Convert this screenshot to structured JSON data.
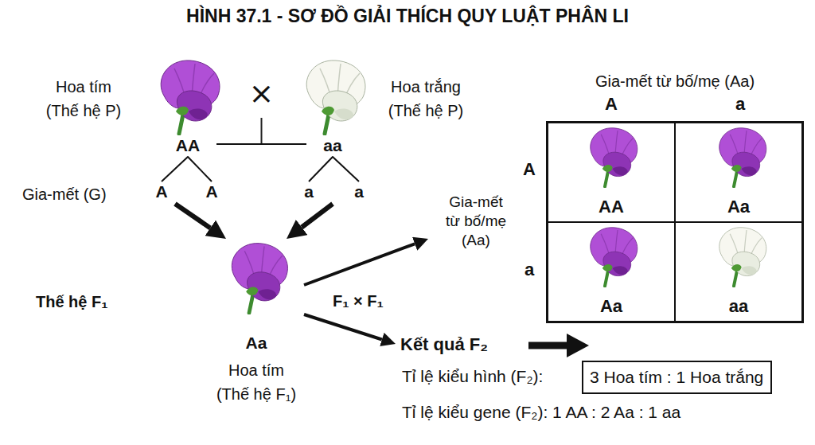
{
  "diagram": {
    "title": "HÌNH 37.1 - SƠ ĐỒ GIẢI THÍCH QUY LUẬT PHÂN LI",
    "nodes": [
      {
        "text": [
          "Hoa tím (Thế hệ P)",
          "AA"
        ]
      },
      {
        "text": [
          "aa",
          "Hoa trắng (Thế hệ P)"
        ]
      },
      {
        "text": [
          "A",
          "A"
        ]
      },
      {
        "text": [
          "a",
          "a"
        ]
      },
      {
        "text": [
          "Aa",
          "Hoa tím (Thế hệ F₁)"
        ]
      },
      {
        "text": [
          "Gia-mết từ bố/mẹ (Aa)"
        ]
      },
      {
        "text": [
          "Gia-mết từ bố/mẹ (Aa)"
        ]
      },
      {
        "text": [
          "AA"
        ],
        "in": 6
      },
      {
        "text": [
          "Aa"
        ],
        "in": 6
      },
      {
        "text": [
          "Aa"
        ],
        "in": 6
      },
      {
        "text": [
          "aa"
        ],
        "in": 6
      },
      {
        "text": [
          "Kết quả F₂"
        ]
      },
      {
        "text": [
          "3 Hoa tím : 1 Hoa trắng"
        ]
      }
    ],
    "edges": [
      {
        "from": 0,
        "to": 1,
        "arrow": "none",
        "label": "×"
      },
      {
        "from": 0,
        "to": 2,
        "arrow": "none"
      },
      {
        "from": 1,
        "to": 3,
        "arrow": "none"
      },
      {
        "from": 2,
        "to": 4,
        "arrow": "to"
      },
      {
        "from": 3,
        "to": 4,
        "arrow": "to"
      },
      {
        "from": 4,
        "to": 5,
        "arrow": "to"
      },
      {
        "from": 4,
        "to": 11,
        "arrow": "to"
      }
    ],
    "labels": [
      "Gia-mết (G)",
      "Thế hệ F₁",
      "F₁ × F₁",
      "A",
      "a",
      "A",
      "a",
      "Tỉ lệ kiểu hình (F₂):",
      "Tỉ lệ kiểu gene (F₂): 1 AA : 2 Aa : 1 aa"
    ]
  }
}
